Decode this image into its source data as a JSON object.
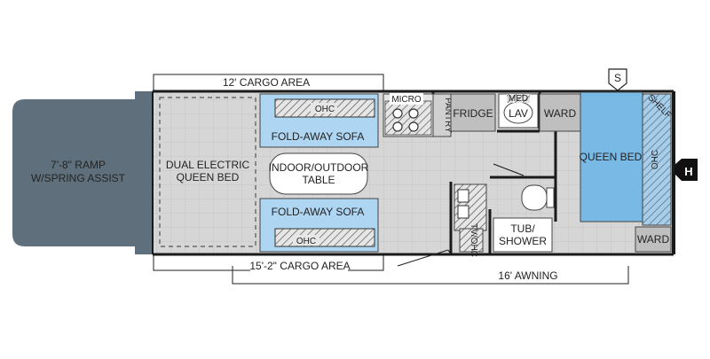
{
  "ramp": {
    "label_line1": "7'-8\" RAMP",
    "label_line2": "W/SPRING ASSIST"
  },
  "cargo_top": "12' CARGO AREA",
  "cargo_bottom": "15'-2\" CARGO AREA",
  "awning": "16' AWNING",
  "bed_front": {
    "line1": "DUAL ELECTRIC",
    "line2": "QUEEN BED"
  },
  "sofa_top": "FOLD-AWAY SOFA",
  "sofa_bottom": "FOLD-AWAY SOFA",
  "ohc_top": "OHC",
  "ohc_bottom": "OHC",
  "table": {
    "line1": "INDOOR/OUTDOOR",
    "line2": "TABLE"
  },
  "micro": "MICRO",
  "pantry": "PANTRY",
  "fridge": "FRIDGE",
  "lav": {
    "line1": "MED",
    "line2": "LAV"
  },
  "ward_top": "WARD",
  "ward_bottom": "WARD",
  "queen_bed": "QUEEN BED",
  "ohc_right": "OHC",
  "shelf": "SHELF",
  "tv_ohc": "TV/OHC",
  "tub": {
    "line1": "TUB/",
    "line2": "SHOWER"
  },
  "markers": {
    "s": "S",
    "h": "H"
  },
  "colors": {
    "ramp": "#5f707c",
    "floor": "#d9d9d9",
    "sofa": "#aed5f1",
    "bed": "#78b9e6",
    "wall": "#1a1a1a",
    "cabinet": "#bfbfbf"
  }
}
